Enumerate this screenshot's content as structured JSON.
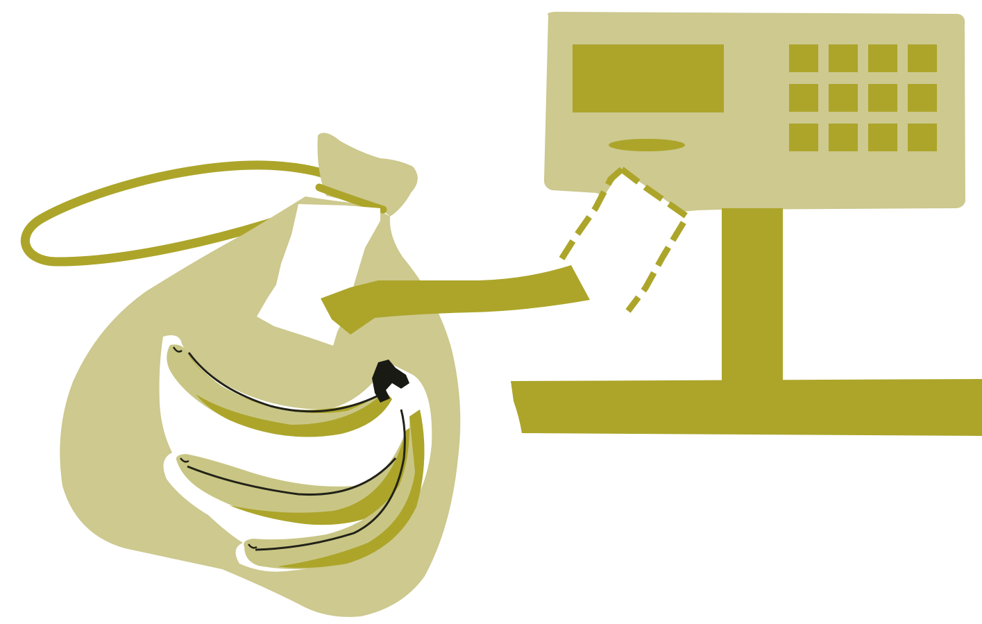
{
  "illustration": {
    "colors": {
      "background": "#ffffff",
      "light_olive": "#cdc98f",
      "dark_olive": "#aca52a",
      "banana_body": "#c9c685",
      "banana_outline": "#ffffff",
      "banana_stem": "#1a1a14",
      "banana_line": "#222218"
    },
    "scale": {
      "keypad_keys": 12,
      "keypad_rows": 3,
      "keypad_columns": 4
    },
    "bananas": {
      "count": 3
    }
  }
}
